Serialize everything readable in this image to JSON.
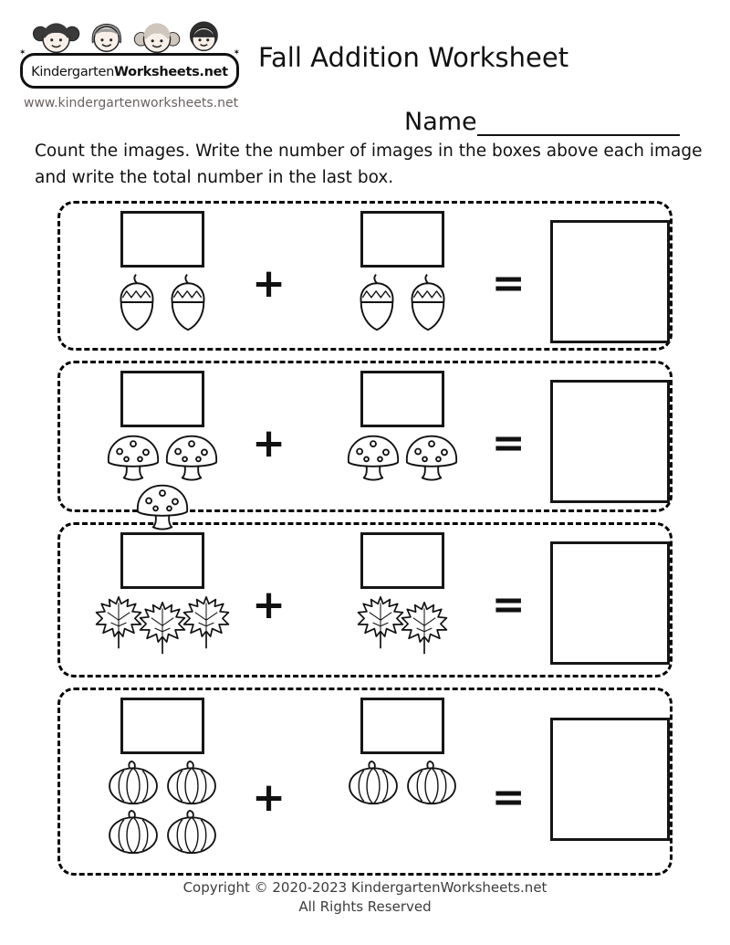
{
  "logo": {
    "brand_first": "Kindergarten",
    "brand_second": "Worksheets.net",
    "url": "www.kindergartenworksheets.net"
  },
  "header": {
    "title": "Fall Addition Worksheet",
    "name_label": "Name"
  },
  "instructions": {
    "line1": "Count the images. Write the number of images in the boxes above each image",
    "line2": "and write the total number in the last box."
  },
  "symbols": {
    "plus": "+",
    "equals": "="
  },
  "rows": [
    {
      "item": "acorn",
      "group1_count": 2,
      "group2_count": 2
    },
    {
      "item": "mushroom",
      "group1_count": 3,
      "group2_count": 2
    },
    {
      "item": "leaf",
      "group1_count": 3,
      "group2_count": 2
    },
    {
      "item": "pumpkin",
      "group1_count": 4,
      "group2_count": 2
    }
  ],
  "footer": {
    "line1": "Copyright © 2020-2023 KindergartenWorksheets.net",
    "line2": "All Rights Reserved"
  }
}
